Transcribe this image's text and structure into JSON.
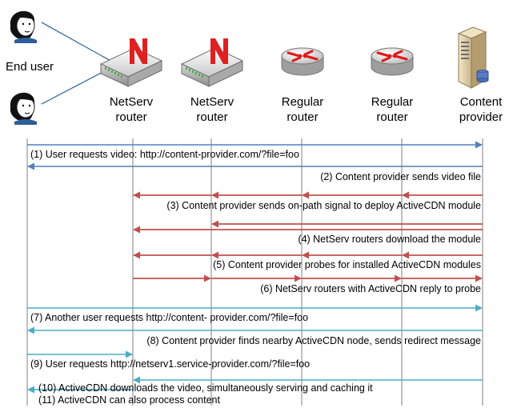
{
  "nodes": {
    "end_user": "End user",
    "netserv_router_1": [
      "NetServ",
      "router"
    ],
    "netserv_router_2": [
      "NetServ",
      "router"
    ],
    "regular_router_1": [
      "Regular",
      "router"
    ],
    "regular_router_2": [
      "Regular",
      "router"
    ],
    "content_provider": [
      "Content",
      "provider"
    ]
  },
  "router_badge": "N",
  "colors": {
    "blue": "#4F81BD",
    "red": "#C0504D",
    "teal": "#4BACC6"
  },
  "steps": [
    "(1) User requests video: http://content-provider.com/?file=foo",
    "(2) Content provider sends video file",
    "(3) Content provider sends on-path signal to deploy ActiveCDN module",
    "(4) NetServ routers download the module",
    "(5) Content provider probes for installed ActiveCDN modules",
    "(6) NetServ routers with ActiveCDN reply to probe",
    "(7) Another user requests http://content- provider.com/?file=foo",
    "(8) Content provider finds nearby ActiveCDN node, sends redirect message",
    "(9) User requests http://netserv1.service-provider.com/?file=foo",
    "(10) ActiveCDN downloads the video, simultaneously serving and caching it",
    "(11) ActiveCDN can also process content"
  ]
}
